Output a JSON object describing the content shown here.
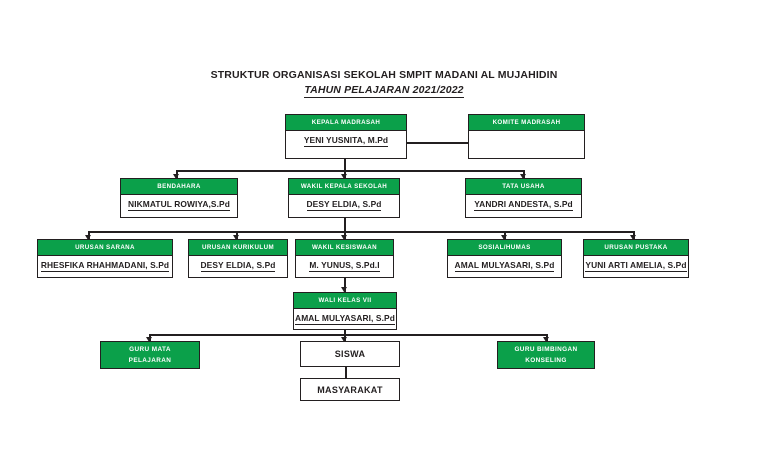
{
  "document": {
    "title_line1": "STRUKTUR ORGANISASI SEKOLAH SMPIT MADANI AL MUJAHIDIN",
    "title_line2": "TAHUN PELAJARAN 2021/2022"
  },
  "colors": {
    "header_green": "#0ba04a",
    "outline": "#231f20",
    "page_background": "#ffffff",
    "header_text": "#ffffff"
  },
  "chart_data": {
    "type": "diagram",
    "diagram_type": "organizational-chart",
    "title": "STRUKTUR ORGANISASI SEKOLAH SMPIT MADANI AL MUJAHIDIN",
    "subtitle": "TAHUN PELAJARAN 2021/2022",
    "levels": [
      {
        "level": 1,
        "nodes": [
          "kepala-madrasah",
          "komite-madrasah"
        ]
      },
      {
        "level": 2,
        "nodes": [
          "bendahara",
          "wakil-kepala-sekolah",
          "tata-usaha"
        ]
      },
      {
        "level": 3,
        "nodes": [
          "urusan-sarana",
          "urusan-kurikulum",
          "wakil-kesiswaan",
          "sosial-humas",
          "urusan-pustaka"
        ]
      },
      {
        "level": 4,
        "nodes": [
          "wali-kelas-vii"
        ]
      },
      {
        "level": 5,
        "nodes": [
          "guru-mata-pelajaran",
          "siswa",
          "guru-bimbingan-konseling"
        ]
      },
      {
        "level": 6,
        "nodes": [
          "masyarakat"
        ]
      }
    ],
    "edges": [
      {
        "from": "kepala-madrasah",
        "to": "komite-madrasah",
        "style": "line"
      },
      {
        "from": "kepala-madrasah",
        "to": "bendahara",
        "style": "arrow"
      },
      {
        "from": "kepala-madrasah",
        "to": "wakil-kepala-sekolah",
        "style": "arrow"
      },
      {
        "from": "kepala-madrasah",
        "to": "tata-usaha",
        "style": "arrow"
      },
      {
        "from": "wakil-kepala-sekolah",
        "to": "urusan-sarana",
        "style": "arrow"
      },
      {
        "from": "wakil-kepala-sekolah",
        "to": "urusan-kurikulum",
        "style": "arrow"
      },
      {
        "from": "wakil-kepala-sekolah",
        "to": "wakil-kesiswaan",
        "style": "arrow"
      },
      {
        "from": "wakil-kepala-sekolah",
        "to": "sosial-humas",
        "style": "arrow"
      },
      {
        "from": "wakil-kepala-sekolah",
        "to": "urusan-pustaka",
        "style": "arrow"
      },
      {
        "from": "wakil-kesiswaan",
        "to": "wali-kelas-vii",
        "style": "arrow"
      },
      {
        "from": "wali-kelas-vii",
        "to": "guru-mata-pelajaran",
        "style": "arrow"
      },
      {
        "from": "wali-kelas-vii",
        "to": "siswa",
        "style": "arrow"
      },
      {
        "from": "wali-kelas-vii",
        "to": "guru-bimbingan-konseling",
        "style": "arrow"
      },
      {
        "from": "siswa",
        "to": "masyarakat",
        "style": "line"
      }
    ]
  },
  "nodes": {
    "kepala_madrasah": {
      "role": "KEPALA MADRASAH",
      "person": "YENI YUSNITA, M.Pd"
    },
    "komite_madrasah": {
      "role": "KOMITE MADRASAH",
      "person": ""
    },
    "bendahara": {
      "role": "BENDAHARA",
      "person": "NIKMATUL ROWIYA,S.Pd"
    },
    "wakil_kepala_sekolah": {
      "role": "WAKIL KEPALA SEKOLAH",
      "person": "DESY ELDIA, S.Pd"
    },
    "tata_usaha": {
      "role": "TATA USAHA",
      "person": "YANDRI ANDESTA, S.Pd"
    },
    "urusan_sarana": {
      "role": "URUSAN SARANA",
      "person": "RHESFIKA RHAHMADANI, S.Pd"
    },
    "urusan_kurikulum": {
      "role": "URUSAN KURIKULUM",
      "person": "DESY ELDIA, S.Pd"
    },
    "wakil_kesiswaan": {
      "role": "WAKIL KESISWAAN",
      "person": "M. YUNUS, S.Pd.I"
    },
    "sosial_humas": {
      "role": "SOSIAL/HUMAS",
      "person": "AMAL MULYASARI, S.Pd"
    },
    "urusan_pustaka": {
      "role": "URUSAN PUSTAKA",
      "person": "YUNI ARTI AMELIA, S.Pd"
    },
    "wali_kelas_vii": {
      "role": "WALI KELAS VII",
      "person": "AMAL MULYASARI, S.Pd"
    },
    "guru_mata_pelajaran": {
      "line1": "GURU MATA",
      "line2": "PELAJARAN"
    },
    "guru_bimbingan_konseling": {
      "line1": "GURU BIMBINGAN",
      "line2": "KONSELING"
    },
    "siswa": {
      "label": "SISWA"
    },
    "masyarakat": {
      "label": "MASYARAKAT"
    }
  }
}
